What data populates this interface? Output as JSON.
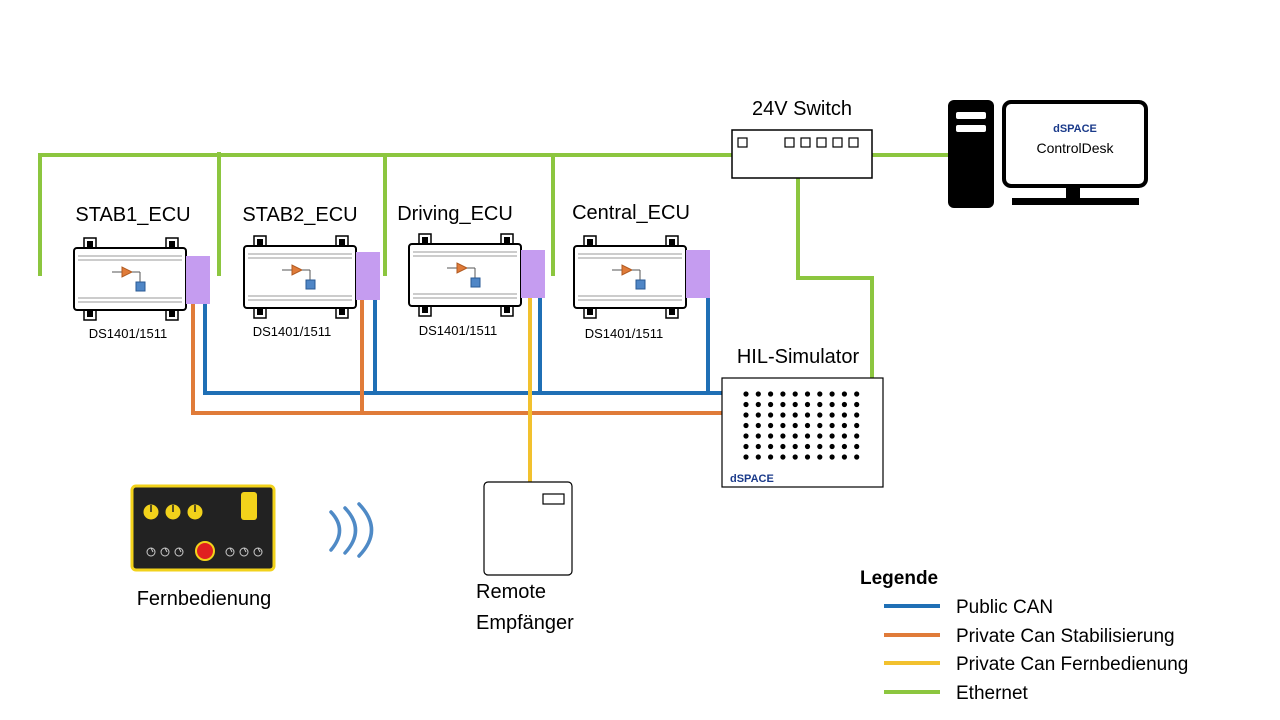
{
  "colors": {
    "public_can": "#1f6fb5",
    "private_stab": "#e07b39",
    "private_remote": "#f2c12e",
    "ethernet": "#8cc63f",
    "connector": "#c59cf0"
  },
  "switch": {
    "label": "24V Switch"
  },
  "pc": {
    "brand": "dSPACE",
    "app": "ControlDesk"
  },
  "ecus": [
    {
      "name": "STAB1_ECU",
      "model": "DS1401/1511"
    },
    {
      "name": "STAB2_ECU",
      "model": "DS1401/1511"
    },
    {
      "name": "Driving_ECU",
      "model": "DS1401/1511"
    },
    {
      "name": "Central_ECU",
      "model": "DS1401/1511"
    }
  ],
  "hil": {
    "label": "HIL-Simulator",
    "brand": "dSPACE"
  },
  "remote_control": {
    "label": "Fernbedienung"
  },
  "receiver": {
    "line1": "Remote",
    "line2": "Empfänger"
  },
  "legend": {
    "title": "Legende",
    "items": [
      {
        "label": "Public CAN",
        "color": "#1f6fb5"
      },
      {
        "label": "Private Can Stabilisierung",
        "color": "#e07b39"
      },
      {
        "label": "Private Can Fernbedienung",
        "color": "#f2c12e"
      },
      {
        "label": "Ethernet",
        "color": "#8cc63f"
      }
    ]
  }
}
